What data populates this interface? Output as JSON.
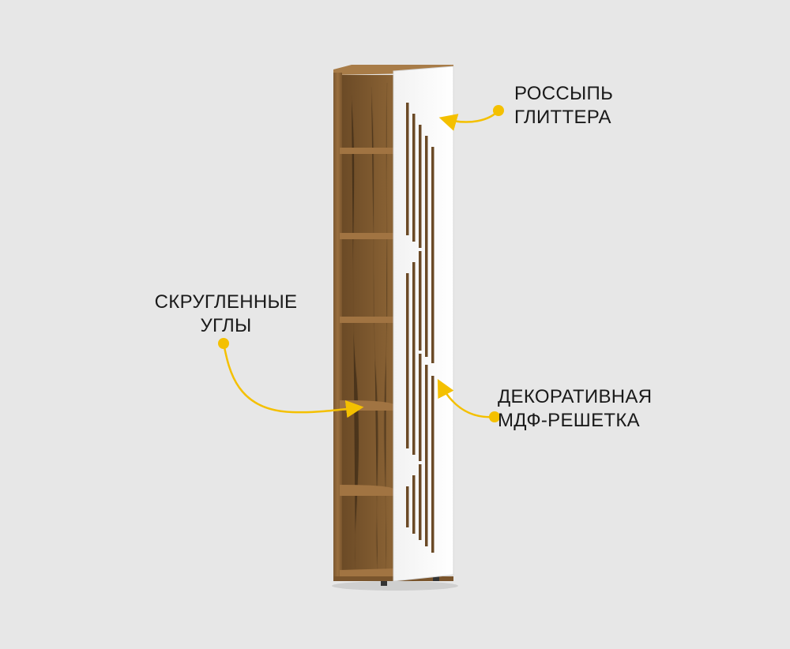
{
  "colors": {
    "background": "#e7e7e7",
    "wood": "#8a6336",
    "wood_dark": "#5e4122",
    "wood_light": "#a47844",
    "door_white": "#fbfbfb",
    "accent_yellow": "#f4c000",
    "text": "#1a1a1a"
  },
  "callouts": {
    "glitter": {
      "line1": "РОССЫПЬ",
      "line2": "ГЛИТТЕРА"
    },
    "corners": {
      "line1": "СКРУГЛЕННЫЕ",
      "line2": "УГЛЫ"
    },
    "grille": {
      "line1": "ДЕКОРАТИВНАЯ",
      "line2": "МДФ-РЕШЕТКА"
    }
  },
  "icons": {
    "callout_marker": "yellow-dot",
    "callout_pointer": "yellow-arrow"
  }
}
